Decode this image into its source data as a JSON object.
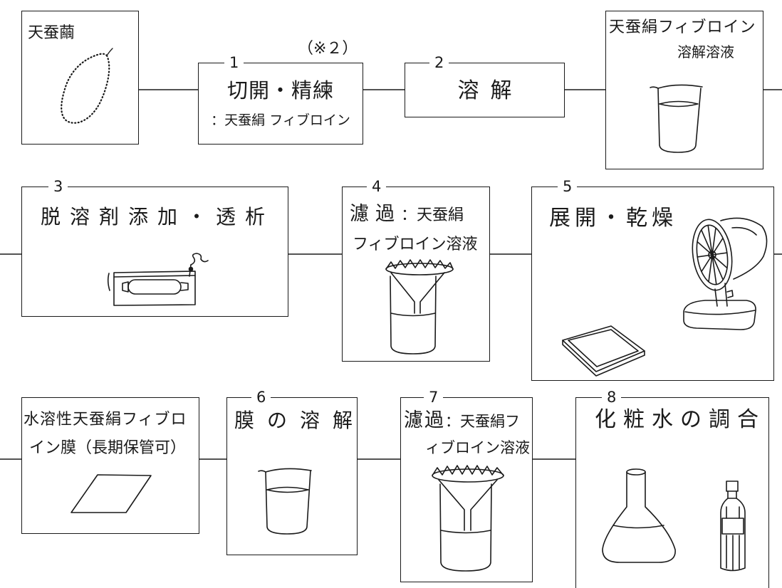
{
  "cocoon": {
    "label": "天蚕繭"
  },
  "note": "（※２）",
  "fibroin_solution": {
    "line1": "天蚕絹フィブロイン",
    "line2": "溶解溶液"
  },
  "membrane": {
    "line1": "水溶性天蚕絹フィブロ",
    "line2": "イン膜（長期保管可）"
  },
  "steps": [
    {
      "number": "1",
      "title": "切開・精練",
      "detail": "：天蚕絹 フィブロイン"
    },
    {
      "number": "2",
      "title": "溶解"
    },
    {
      "number": "3",
      "title": "脱溶剤添加・透析"
    },
    {
      "number": "4",
      "title": "濾過",
      "detail": "：天蚕絹",
      "line2": "フィブロイン溶液"
    },
    {
      "number": "5",
      "title": "展開・乾燥"
    },
    {
      "number": "6",
      "title": "膜の溶解"
    },
    {
      "number": "7",
      "title": "濾過",
      "detail": "：天蚕絹フ",
      "line2": "ィブロイン溶液"
    },
    {
      "number": "8",
      "title": "化粧水の調合"
    }
  ],
  "illustrations": [
    "cocoon-icon",
    "beaker-icon",
    "dialysis-bag-icon",
    "filter-funnel-icon",
    "electric-fan-icon",
    "drying-tray-icon",
    "membrane-sheet-icon",
    "beaker-icon",
    "filter-funnel-icon",
    "flask-icon",
    "cosmetic-bottle-icon"
  ],
  "colors": {
    "ink": "#1a1a1a",
    "paper": "#ffffff"
  }
}
